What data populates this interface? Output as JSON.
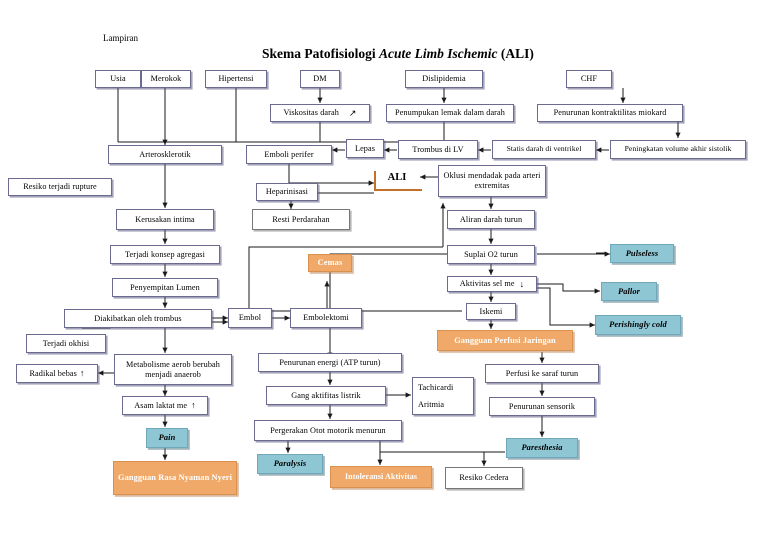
{
  "page": {
    "lampiran": "Lampiran",
    "title_part1": "Skema Patofisiologi ",
    "title_italic": "Acute Limb Ischemic",
    "title_part2": " (ALI)",
    "ali_label": "ALI"
  },
  "colors": {
    "teal": "#8fc6d4",
    "orange": "#f0a968",
    "box_border": "#6b6a8f",
    "ali_bar": "#c4702a",
    "background": "#ffffff"
  },
  "nodes": [
    {
      "id": "usia",
      "label": "Usia",
      "style": "default"
    },
    {
      "id": "merokok",
      "label": "Merokok",
      "style": "default"
    },
    {
      "id": "hipertensi",
      "label": "Hipertensi",
      "style": "default"
    },
    {
      "id": "dm",
      "label": "DM",
      "style": "default"
    },
    {
      "id": "dislipidemia",
      "label": "Dislipidemia",
      "style": "default"
    },
    {
      "id": "chf",
      "label": "CHF",
      "style": "default"
    },
    {
      "id": "viskositas",
      "label": "Viskositas darah",
      "style": "default"
    },
    {
      "id": "penumpukan_lemak",
      "label": "Penumpukan lemak dalam darah",
      "style": "default"
    },
    {
      "id": "penurunan_kontrak",
      "label": "Penurunan kontraktilitas miokard",
      "style": "default"
    },
    {
      "id": "peningkatan_volume",
      "label": "Peningkatan volume akhir sistolik",
      "style": "default"
    },
    {
      "id": "statis_darah",
      "label": "Statis darah di ventrikel",
      "style": "default"
    },
    {
      "id": "trombus_lv",
      "label": "Trombus di LV",
      "style": "default"
    },
    {
      "id": "lepas",
      "label": "Lepas",
      "style": "default"
    },
    {
      "id": "emboli_perifer",
      "label": "Emboli  perifer",
      "style": "default"
    },
    {
      "id": "arterosklerotik",
      "label": "Arterosklerotik",
      "style": "default"
    },
    {
      "id": "resiko_rupture",
      "label": "Resiko terjadi rupture",
      "style": "default"
    },
    {
      "id": "heparinisasi",
      "label": "Heparinisasi",
      "style": "default"
    },
    {
      "id": "resti_perdarahan",
      "label": "Resti Perdarahan",
      "style": "plain"
    },
    {
      "id": "oklusi_mendadak",
      "label": "Oklusi mendadak pada arteri extremitas",
      "style": "default"
    },
    {
      "id": "aliran_darah",
      "label": "Aliran darah turun",
      "style": "default"
    },
    {
      "id": "suplai_o2",
      "label": "Suplai O2 turun",
      "style": "default"
    },
    {
      "id": "aktivitas_sel",
      "label": "Aktivitas sel me",
      "style": "default"
    },
    {
      "id": "iskemi",
      "label": "Iskemi",
      "style": "default"
    },
    {
      "id": "kerusakan_intima",
      "label": "Kerusakan intima",
      "style": "default"
    },
    {
      "id": "terjadi_konsep",
      "label": "Terjadi konsep agregasi",
      "style": "default"
    },
    {
      "id": "penyempitan_lumen",
      "label": "Penyempitan Lumen",
      "style": "default"
    },
    {
      "id": "diakibatkan",
      "label": "Diakibatkan oleh trombus",
      "style": "default"
    },
    {
      "id": "terjadi_oklusi",
      "label": "Terjadi okhisi",
      "style": "default"
    },
    {
      "id": "embol",
      "label": "Embol",
      "style": "default"
    },
    {
      "id": "embolektomi",
      "label": "Embolektomi",
      "style": "default"
    },
    {
      "id": "cemas",
      "label": "Cemas",
      "style": "orange"
    },
    {
      "id": "metabolisme",
      "label": "Metabolisme aerob berubah menjadi anaerob",
      "style": "default"
    },
    {
      "id": "radikal_bebas",
      "label": "Radikal bebas",
      "style": "default"
    },
    {
      "id": "asam_laktat",
      "label": "Asam laktat me",
      "style": "default"
    },
    {
      "id": "pain",
      "label": "Pain",
      "style": "teal"
    },
    {
      "id": "gangguan_nyeri",
      "label": "Gangguan Rasa Nyaman Nyeri",
      "style": "orange"
    },
    {
      "id": "penurunan_energi",
      "label": "Penurunan energi (ATP turun)",
      "style": "default"
    },
    {
      "id": "gang_aktifitas",
      "label": "Gang aktifitas listrik",
      "style": "default"
    },
    {
      "id": "pergerakan_otot",
      "label": "Pergerakan Otot motorik menurun",
      "style": "default"
    },
    {
      "id": "tachicardi",
      "label": "Tachicardi",
      "style": "default"
    },
    {
      "id": "aritmia",
      "label": "Aritmia",
      "style": "default"
    },
    {
      "id": "paralysis",
      "label": "Paralysis",
      "style": "teal"
    },
    {
      "id": "intoleransi",
      "label": "Intoleransi  Aktivitas",
      "style": "orange"
    },
    {
      "id": "resiko_cedera",
      "label": "Resiko Cedera",
      "style": "plain"
    },
    {
      "id": "gangguan_perfusi",
      "label": "Gangguan Perfusi Jaringan",
      "style": "orange"
    },
    {
      "id": "perfusi_saraf",
      "label": "Perfusi ke saraf turun",
      "style": "default"
    },
    {
      "id": "penurunan_sensorik",
      "label": "Penurunan sensorik",
      "style": "default"
    },
    {
      "id": "paresthesia",
      "label": "Paresthesia",
      "style": "teal"
    },
    {
      "id": "pulseless",
      "label": "Pulseless",
      "style": "teal"
    },
    {
      "id": "pallor",
      "label": "Pallor",
      "style": "teal"
    },
    {
      "id": "perishingly_cold",
      "label": "Perishingly cold",
      "style": "teal"
    }
  ],
  "chart_data": {
    "type": "diagram",
    "title": "Skema Patofisiologi Acute Limb Ischemic (ALI)",
    "diagram_kind": "flowchart",
    "edges": [
      [
        "usia",
        "arterosklerotik"
      ],
      [
        "merokok",
        "arterosklerotik"
      ],
      [
        "hipertensi",
        "arterosklerotik"
      ],
      [
        "dm",
        "viskositas"
      ],
      [
        "dislipidemia",
        "penumpukan_lemak"
      ],
      [
        "chf",
        "penurunan_kontrak"
      ],
      [
        "viskositas",
        "arterosklerotik"
      ],
      [
        "penumpukan_lemak",
        "arterosklerotik"
      ],
      [
        "penurunan_kontrak",
        "peningkatan_volume"
      ],
      [
        "peningkatan_volume",
        "statis_darah"
      ],
      [
        "statis_darah",
        "trombus_lv"
      ],
      [
        "trombus_lv",
        "lepas"
      ],
      [
        "lepas",
        "emboli_perifer"
      ],
      [
        "emboli_perifer",
        "ali"
      ],
      [
        "ali",
        "heparinisasi"
      ],
      [
        "heparinisasi",
        "resti_perdarahan"
      ],
      [
        "arterosklerotik",
        "kerusakan_intima"
      ],
      [
        "kerusakan_intima",
        "terjadi_konsep"
      ],
      [
        "terjadi_konsep",
        "penyempitan_lumen"
      ],
      [
        "penyempitan_lumen",
        "diakibatkan"
      ],
      [
        "diakibatkan",
        "embol"
      ],
      [
        "terjadi_oklusi",
        "embol"
      ],
      [
        "embol",
        "embolektomi"
      ],
      [
        "embolektomi",
        "cemas"
      ],
      [
        "oklusi_mendadak",
        "ali"
      ],
      [
        "oklusi_mendadak",
        "aliran_darah"
      ],
      [
        "aliran_darah",
        "suplai_o2"
      ],
      [
        "suplai_o2",
        "aktivitas_sel"
      ],
      [
        "aktivitas_sel",
        "iskemi"
      ],
      [
        "iskemi",
        "gangguan_perfusi"
      ],
      [
        "suplai_o2",
        "pulseless"
      ],
      [
        "aktivitas_sel",
        "pallor"
      ],
      [
        "aktivitas_sel",
        "perishingly_cold"
      ],
      [
        "gangguan_perfusi",
        "perfusi_saraf"
      ],
      [
        "perfusi_saraf",
        "penurunan_sensorik"
      ],
      [
        "penurunan_sensorik",
        "paresthesia"
      ],
      [
        "paresthesia",
        "resiko_cedera"
      ],
      [
        "terjadi_oklusi",
        "metabolisme"
      ],
      [
        "metabolisme",
        "radikal_bebas"
      ],
      [
        "metabolisme",
        "asam_laktat"
      ],
      [
        "asam_laktat",
        "pain"
      ],
      [
        "pain",
        "gangguan_nyeri"
      ],
      [
        "suplai_o2",
        "penurunan_energi"
      ],
      [
        "penurunan_energi",
        "gang_aktifitas"
      ],
      [
        "gang_aktifitas",
        "tachicardi"
      ],
      [
        "gang_aktifitas",
        "pergerakan_otot"
      ],
      [
        "pergerakan_otot",
        "paralysis"
      ],
      [
        "pergerakan_otot",
        "intoleransi"
      ]
    ]
  }
}
